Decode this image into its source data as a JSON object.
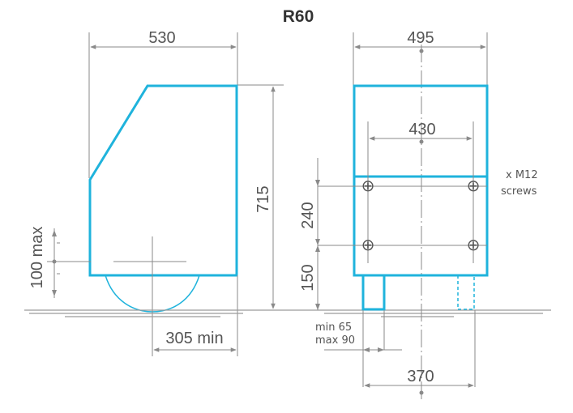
{
  "title": "R60",
  "colors": {
    "outline": "#1fb3dc",
    "dimension": "#8a8a8a",
    "text": "#555555"
  },
  "side_view": {
    "width_label": "530",
    "height_label": "715",
    "wheel_label": "305 min",
    "lift_label": "100 max"
  },
  "front_view": {
    "width_label": "495",
    "inner_label": "430",
    "bottom_label": "370",
    "dim_240": "240",
    "dim_150": "150",
    "screws_line1": "x M12",
    "screws_line2": "screws",
    "leg_min": "min 65",
    "leg_max": "max 90"
  }
}
